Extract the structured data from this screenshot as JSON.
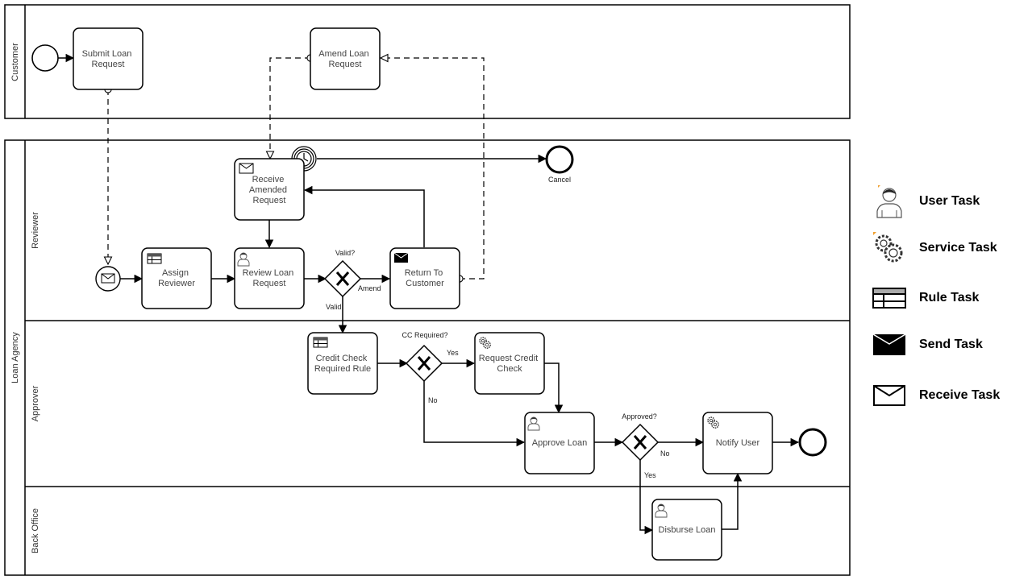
{
  "pools": [
    {
      "name": "Customer",
      "lanes": []
    },
    {
      "name": "Loan Agency",
      "lanes": [
        "Reviewer",
        "Approver",
        "Back Office"
      ]
    }
  ],
  "tasks": {
    "submit_loan_request": {
      "lines": [
        "Submit Loan",
        "Request"
      ],
      "type": "task"
    },
    "amend_loan_request": {
      "lines": [
        "Amend Loan",
        "Request"
      ],
      "type": "task"
    },
    "receive_amended_request": {
      "lines": [
        "Receive",
        "Amended",
        "Request"
      ],
      "type": "receive"
    },
    "assign_reviewer": {
      "lines": [
        "Assign",
        "Reviewer"
      ],
      "type": "rule"
    },
    "review_loan_request": {
      "lines": [
        "Review Loan",
        "Request"
      ],
      "type": "user"
    },
    "return_to_customer": {
      "lines": [
        "Return To",
        "Customer"
      ],
      "type": "send"
    },
    "credit_check_required_rule": {
      "lines": [
        "Credit Check",
        "Required Rule"
      ],
      "type": "rule"
    },
    "request_credit_check": {
      "lines": [
        "Request Credit",
        "Check"
      ],
      "type": "service"
    },
    "approve_loan": {
      "lines": [
        "Approve Loan"
      ],
      "type": "user"
    },
    "notify_user": {
      "lines": [
        "Notify User"
      ],
      "type": "service"
    },
    "disburse_loan": {
      "lines": [
        "Disburse Loan"
      ],
      "type": "user"
    }
  },
  "gateways": {
    "valid": {
      "label": "Valid?"
    },
    "cc_required": {
      "label": "CC Required?"
    },
    "approved": {
      "label": "Approved?"
    }
  },
  "events": {
    "cancel": {
      "label": "Cancel"
    }
  },
  "flow_labels": {
    "amend": "Amend",
    "valid": "Valid",
    "cc_yes": "Yes",
    "cc_no": "No",
    "approved_no": "No",
    "approved_yes": "Yes"
  },
  "legend": [
    {
      "icon": "user-icon",
      "label": "User Task"
    },
    {
      "icon": "gear-icon",
      "label": "Service Task"
    },
    {
      "icon": "table-icon",
      "label": "Rule Task"
    },
    {
      "icon": "envelope-filled-icon",
      "label": "Send Task"
    },
    {
      "icon": "envelope-outline-icon",
      "label": "Receive Task"
    }
  ],
  "colors": {
    "stroke": "#000000",
    "text": "#444444",
    "rule_header": "#aaaaaa",
    "legend_accent": "#f0a030"
  }
}
